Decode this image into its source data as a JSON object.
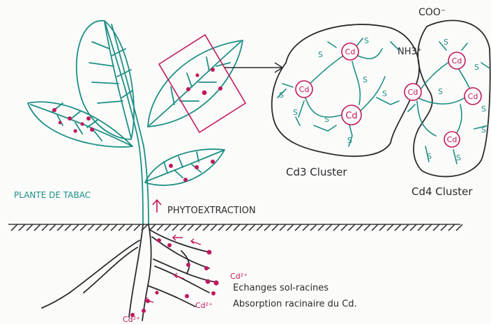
{
  "labels": {
    "plant": "PLANTE DE TABAC",
    "phytoextraction": "PHYTOEXTRACTION",
    "exchanges": "Echanges sol-racines",
    "absorption": "Absorption racinaire du Cd.",
    "cd3_cluster": "Cd3 Cluster",
    "cd4_cluster": "Cd4 Cluster",
    "coo": "COO⁻",
    "nh3": "NH3⁺",
    "cd": "Cd",
    "cd2plus": "Cd²⁺",
    "sulfur": "S"
  },
  "colors": {
    "plant": "#1c8f85",
    "cadmium": "#c2185b",
    "ink": "#2b2b2b"
  }
}
